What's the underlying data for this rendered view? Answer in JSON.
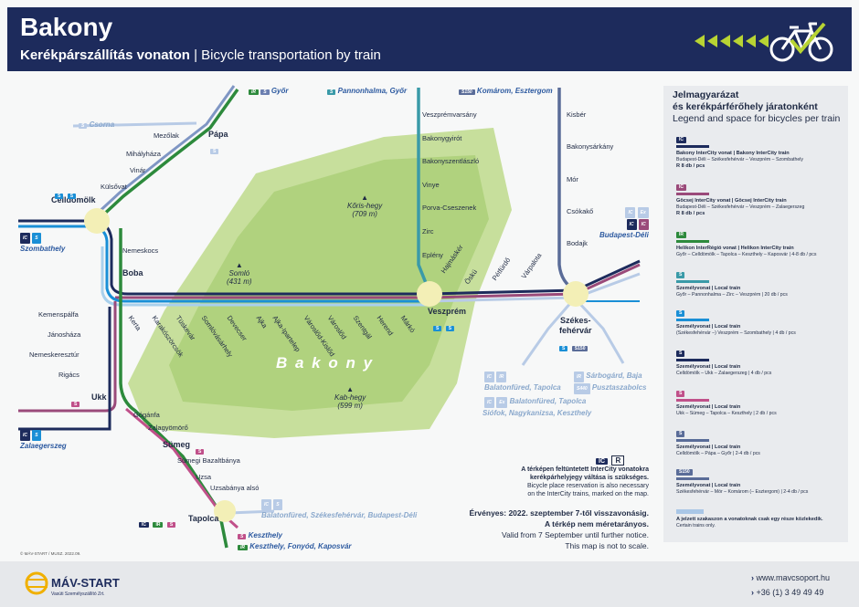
{
  "header": {
    "title": "Bakony",
    "subtitle_hu": "Kerékpárszállítás vonaton",
    "subtitle_sep": " | ",
    "subtitle_en": "Bicycle transportation by train"
  },
  "colors": {
    "navy": "#1d2b5c",
    "green_line": "#2d8a3c",
    "purple_line": "#9a4a7a",
    "blue_line": "#1a8fd6",
    "light_blue_line": "#8ab8e0",
    "teal_line": "#3a9aa8",
    "gray_blue_line": "#5a6c98",
    "relief": "#b7d58a"
  },
  "map": {
    "region_label": "B a k o n y",
    "peaks": [
      {
        "name": "Somló",
        "elev": "(431 m)"
      },
      {
        "name": "Kőris-hegy",
        "elev": "(709 m)"
      },
      {
        "name": "Kab-hegy",
        "elev": "(599 m)"
      }
    ],
    "stations": {
      "celldomolk": "Celldömölk",
      "papa": "Pápa",
      "boba": "Boba",
      "ukk": "Ukk",
      "sumeg": "Sümeg",
      "tapolca": "Tapolca",
      "veszprem": "Veszprém",
      "szekesfehervar_1": "Székes-",
      "szekesfehervar_2": "fehérvár",
      "kulsovat": "Külsővat",
      "vinar": "Vinár",
      "mihalyhaza": "Mihályháza",
      "mezolak": "Mezőlak",
      "nemeskocs": "Nemeskocs",
      "kemenespalfa": "Kemenspálfa",
      "janoshaza": "Jánosháza",
      "nemeskereszt": "Nemeskeresztúr",
      "rigacs": "Rigács",
      "gogantfa": "Gógánfa",
      "zalagyomoro": "Zalagyömörő",
      "sumeg_bazalt": "Sümegi Bazaltbánya",
      "uzsa": "Uzsa",
      "uzsabanya": "Uzsabánya alsó",
      "veszpremvarsany": "Veszprémvarsány",
      "bakonygyirot": "Bakonygyirót",
      "bakonyszentlaszlo": "Bakonyszentlászló",
      "vinye": "Vinye",
      "porva": "Porva-Cseszenek",
      "zirc": "Zirc",
      "eplény": "Eplény",
      "kisber": "Kisbér",
      "bakonysarkany": "Bakonysárkány",
      "mor": "Mór",
      "csokako": "Csókakő",
      "bodajk": "Bodajk",
      "hajmasker": "Hajmáskér",
      "osku": "Öskü",
      "petfurdo": "Pétfürdő",
      "varpalota": "Várpalota"
    },
    "bottom_line_stations": [
      "Kerta",
      "Karakószörcsök",
      "Tüskevár",
      "Somlóvásárhely",
      "Devecser",
      "Ajka",
      "Ajka-Ipartelep",
      "Városlőd-Kislőd",
      "Városlőd",
      "Szentgál",
      "Herend",
      "Márkó"
    ],
    "destinations": {
      "gyor": "Győr",
      "pannonhalma": "Pannonhalma, Győr",
      "komarom": "Komárom, Esztergom",
      "csorna": "Csorna",
      "szombathely": "Szombathely",
      "zalaegerszeg": "Zalaegerszeg",
      "budapest": "Budapest-Déli",
      "keszthely": "Keszthely",
      "keszthely_fonyod": "Keszthely, Fonyód, Kaposvár",
      "balatonfured_szfv": "Balatonfüred, Székesfehérvár, Budapest-Déli",
      "balatonfured_tapolca": "Balatonfüred, Tapolca",
      "balatonfured_tapolca_2": "Balatonfüred, Tapolca",
      "siofok": "Siófok, Nagykanizsa, Keszthely",
      "sarbogard": "Sárbogárd, Baja",
      "pusztaszabolcs": "Pusztaszabolcs"
    },
    "badges": {
      "ic": "IC",
      "ex": "Ex",
      "ir": "IR",
      "s": "S",
      "s1": "S1",
      "s150": "S150",
      "s440": "S440"
    },
    "notes": {
      "ic_r": "R",
      "res1": "A térképen feltüntetett InterCity vonatokra",
      "res2": "kerékpárhelyjegy váltása is szükséges.",
      "res3": "Bicycle place reservation is also necessary",
      "res4": "on the InterCity trains, marked on the map.",
      "valid1": "Érvényes: 2022. szeptember 7-től visszavonásig.",
      "valid2": "A térkép nem méretarányos.",
      "valid3": "Valid from 7 September until further notice.",
      "valid4": "This map is not to scale."
    }
  },
  "legend": {
    "title_hu_1": "Jelmagyarázat",
    "title_hu_2": "és kerékpárférőhely járatonként",
    "title_en": "Legend and space for bicycles per train",
    "items": [
      {
        "color": "#1d2b5c",
        "badge": "IC",
        "name": "Bakony InterCity vonat | Bakony InterCity train",
        "route": "Budapest-Déli – Székesfehérvár – Veszprém – Szombathely",
        "cap": "R 8 db / pcs"
      },
      {
        "color": "#9a4a7a",
        "badge": "IC",
        "name": "Göcsej InterCity vonat | Göcsej InterCity train",
        "route": "Budapest-Déli – Székesfehérvár – Veszprém – Zalaegerszeg",
        "cap": "R 8 db / pcs"
      },
      {
        "color": "#2d8a3c",
        "badge": "IR",
        "name": "Helikon InterRégió vonat | Helikon InterCity train",
        "route": "Győr – Celldömölk – Tapolca – Keszthely – Kaposvár | 4-8 db / pcs",
        "cap": ""
      },
      {
        "color": "#3a9aa8",
        "badge": "S",
        "name": "Személyvonat | Local train",
        "route": "Győr – Pannonhalma – Zirc – Veszprém | 20 db / pcs",
        "cap": ""
      },
      {
        "color": "#1a8fd6",
        "badge": "S",
        "name": "Személyvonat | Local train",
        "route": "(Székesfehérvár –) Veszprém – Szombathely | 4 db / pcs",
        "cap": ""
      },
      {
        "color": "#1d2b5c",
        "badge": "S",
        "name": "Személyvonat | Local train",
        "route": "Celldömölk – Ukk – Zalaegerszeg | 4 db / pcs",
        "cap": ""
      },
      {
        "color": "#c0508a",
        "badge": "S",
        "name": "Személyvonat | Local train",
        "route": "Ukk – Sümeg – Tapolca – Keszthely | 2 db / pcs",
        "cap": ""
      },
      {
        "color": "#5a6c98",
        "badge": "S",
        "name": "Személyvonat | Local train",
        "route": "Celldömölk – Pápa – Győr | 2-4 db / pcs",
        "cap": ""
      },
      {
        "color": "#5a6c98",
        "badge": "S150",
        "name": "Személyvonat | Local train",
        "route": "Székesfehérvár – Mór – Komárom (– Esztergom) | 2-4 db / pcs",
        "cap": ""
      },
      {
        "color": "#a9c6e6",
        "badge": "",
        "name": "A jelzett szakaszon a vonatoknak csak egy része közlekedik.",
        "route": "Certain trains only.",
        "cap": ""
      }
    ]
  },
  "footer": {
    "copyright": "© MÁV-START / MUSZ. 2022.09.",
    "logo_text": "MÁV-START",
    "logo_sub": "Vasúti Személyszállító Zrt.",
    "website": "www.mavcsoport.hu",
    "phone": "+36 (1) 3 49 49 49"
  }
}
